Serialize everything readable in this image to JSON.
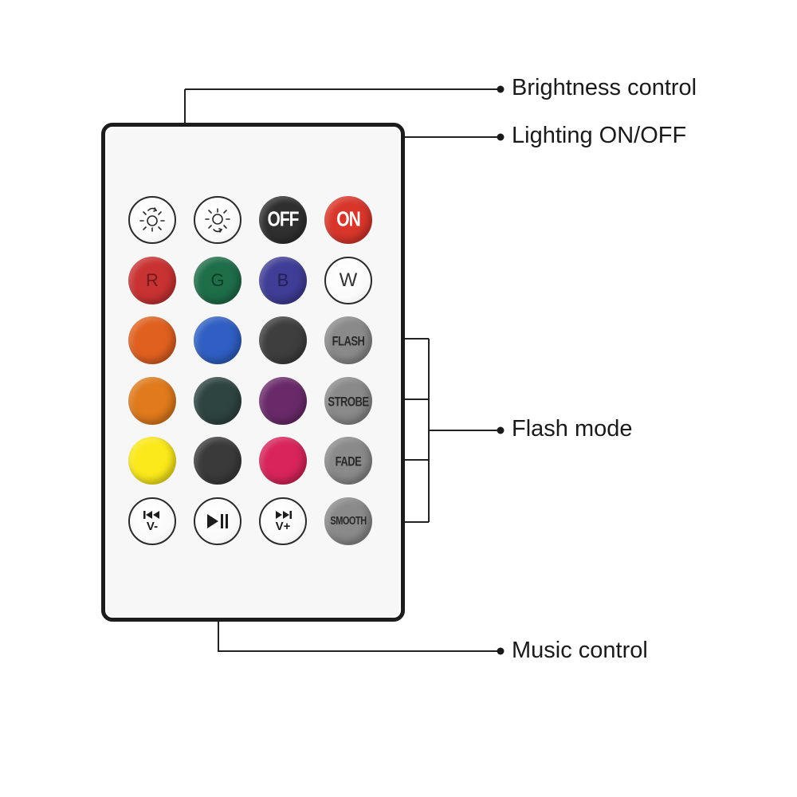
{
  "callouts": {
    "brightness": "Brightness control",
    "lighting": "Lighting ON/OFF",
    "flash_mode": "Flash mode",
    "music": "Music control"
  },
  "buttons": {
    "brightness_down": {
      "icon": "sun-down-icon"
    },
    "brightness_up": {
      "icon": "sun-up-icon"
    },
    "off": {
      "label": "OFF",
      "color": "#2f2f2f"
    },
    "on": {
      "label": "ON",
      "color": "#d9362b"
    },
    "red": {
      "label": "R",
      "color": "#c93232"
    },
    "green": {
      "label": "G",
      "color": "#1e6e48"
    },
    "blue": {
      "label": "B",
      "color": "#3f3d96"
    },
    "white": {
      "label": "W",
      "color": "#ffffff"
    },
    "orange_red": {
      "color": "#e0601f"
    },
    "light_blue": {
      "color": "#2f5fc3"
    },
    "dark_gray_1": {
      "color": "#3e3e3e"
    },
    "flash": {
      "label": "FLASH",
      "color": "#8a8a8a"
    },
    "orange": {
      "color": "#e07a1c"
    },
    "dark_teal": {
      "color": "#2e4440"
    },
    "purple": {
      "color": "#6a2a6a"
    },
    "strobe": {
      "label": "STROBE",
      "color": "#8a8a8a"
    },
    "yellow": {
      "color": "#fbe91b"
    },
    "dark_gray_2": {
      "color": "#3a3a3a"
    },
    "pink": {
      "color": "#d8245a"
    },
    "fade": {
      "label": "FADE",
      "color": "#8a8a8a"
    },
    "prev": {
      "icon": "previous-track-icon",
      "label": "V-"
    },
    "play_pause": {
      "icon": "play-pause-icon"
    },
    "next": {
      "icon": "next-track-icon",
      "label": "V+"
    },
    "smooth": {
      "label": "SMOOTH",
      "color": "#8a8a8a"
    }
  }
}
